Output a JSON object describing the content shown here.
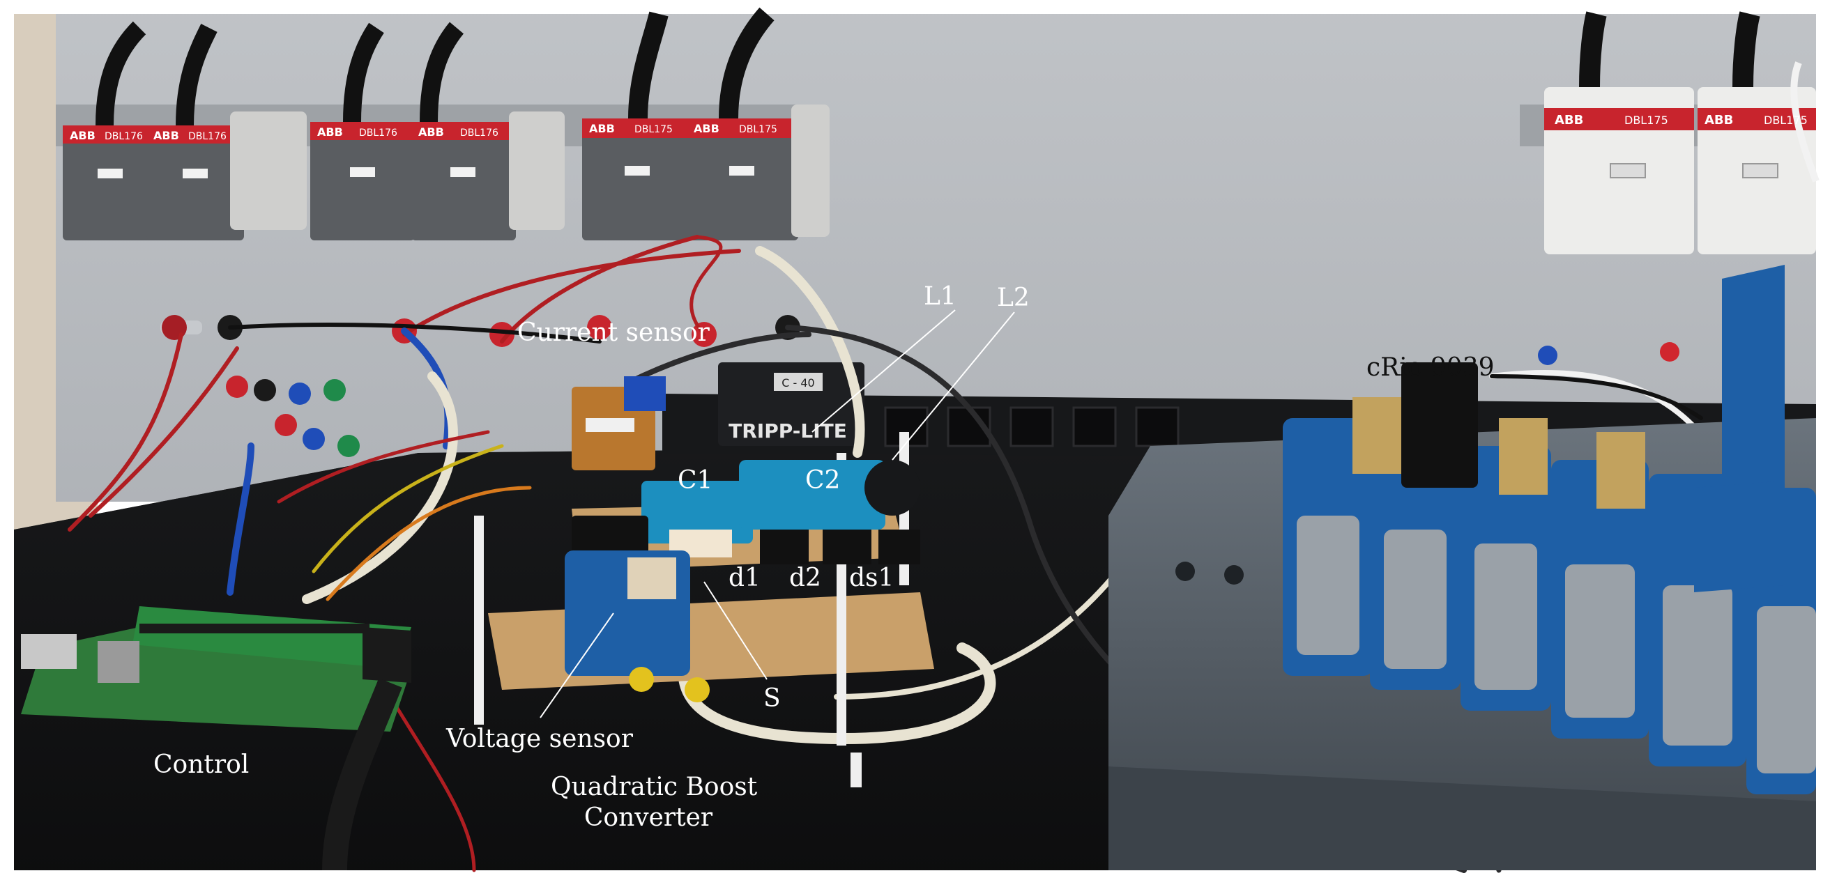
{
  "photo": {
    "colors": {
      "wall": "#b9bcc0",
      "desk": "#121314",
      "breaker_red": "#c8242d",
      "breaker_grey": "#5a5d61",
      "pcb_green": "#2f7a3a",
      "module_blue": "#1e5fa6",
      "chassis_grey": "#5c6670",
      "cap_teal": "#1c8fbf",
      "wire_red": "#b01e22",
      "wire_cream": "#e8e3d2"
    },
    "breakers": {
      "brand": "ABB",
      "model_a": "DBL176",
      "model_b": "DBL175"
    },
    "power_strip": {
      "brand": "TRIPP-LITE",
      "tag": "C - 40"
    },
    "labels": {
      "current_sensor": "Current sensor",
      "l1": "L1",
      "l2": "L2",
      "c1": "C1",
      "c2": "C2",
      "d1": "d1",
      "d2": "d2",
      "ds1": "ds1",
      "s": "S",
      "voltage_sensor": "Voltage sensor",
      "control": "Control",
      "converter_line1": "Quadratic Boost",
      "converter_line2": "Converter",
      "crio": "cRio 9039"
    }
  }
}
